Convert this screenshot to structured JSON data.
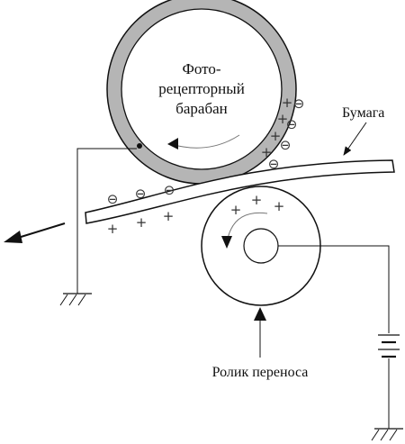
{
  "labels": {
    "drum_line1": "Фото-",
    "drum_line2": "рецепторный",
    "drum_line3": "барабан",
    "paper": "Бумага",
    "transfer_roller": "Ролик переноса"
  },
  "symbols": {
    "minus": "⊖",
    "plus": "+"
  },
  "colors": {
    "stroke": "#111111",
    "drum_shell": "#b5b5b5",
    "background": "#ffffff"
  }
}
